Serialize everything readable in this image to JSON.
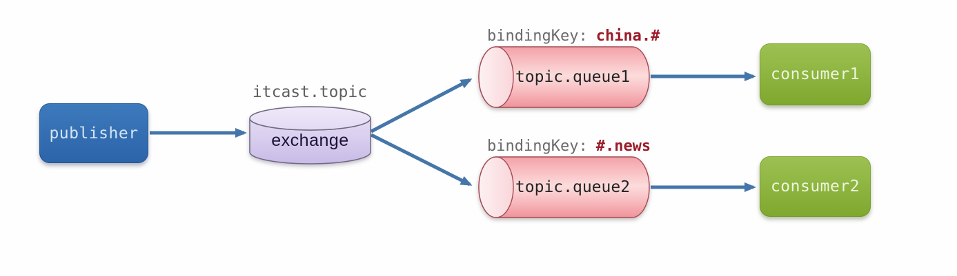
{
  "diagram": {
    "publisher": {
      "label": "publisher"
    },
    "exchange": {
      "title": "itcast.topic",
      "label": "exchange"
    },
    "queue1": {
      "binding_key_label": "bindingKey:",
      "binding_key_value": "china.#",
      "label": "topic.queue1"
    },
    "queue2": {
      "binding_key_label": "bindingKey:",
      "binding_key_value": "#.news",
      "label": "topic.queue2"
    },
    "consumer1": {
      "label": "consumer1"
    },
    "consumer2": {
      "label": "consumer2"
    }
  },
  "colors": {
    "publisher_blue": "#3374b6",
    "consumer_green": "#8fb440",
    "exchange_lavender": "#d9cdef",
    "queue_pink": "#f9c2c5",
    "queue_outline_red": "#a34b55",
    "binding_key_value_red": "#9b1b29",
    "label_gray": "#616161",
    "arrow_blue": "#4576a9"
  }
}
